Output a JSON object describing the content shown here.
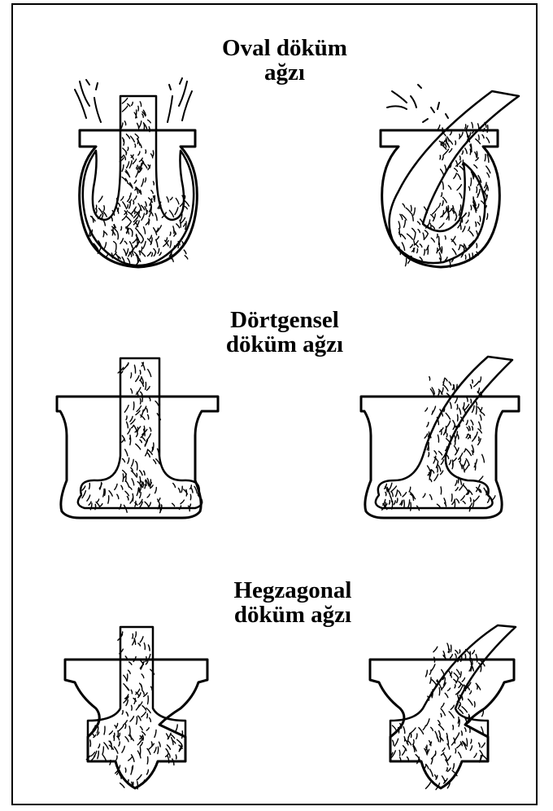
{
  "sections": [
    {
      "title_line1": "Oval döküm",
      "title_line2": "ağzı"
    },
    {
      "title_line1": "Dörtgensel",
      "title_line2": "döküm ağzı"
    },
    {
      "title_line1": "Hegzagonal",
      "title_line2": "döküm ağzı"
    }
  ],
  "colors": {
    "ink": "#000000",
    "fill": "#ffffff",
    "border": "#000000"
  }
}
